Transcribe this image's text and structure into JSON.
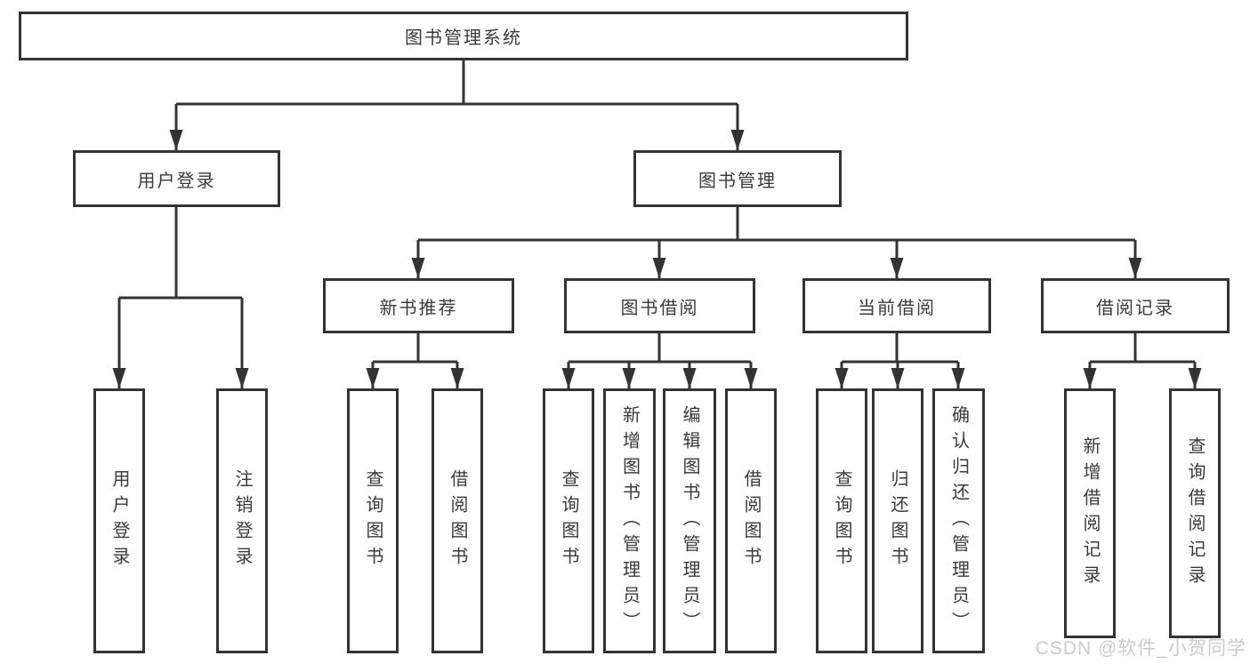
{
  "diagram": {
    "root": {
      "label": "图书管理系统"
    },
    "branches": [
      {
        "label": "用户登录",
        "children": [
          {
            "label": "用户登录"
          },
          {
            "label": "注销登录"
          }
        ]
      },
      {
        "label": "图书管理",
        "children": [
          {
            "label": "新书推荐",
            "children": [
              {
                "label": "查询图书"
              },
              {
                "label": "借阅图书"
              }
            ]
          },
          {
            "label": "图书借阅",
            "children": [
              {
                "label": "查询图书"
              },
              {
                "label": "新增图书（管理员）"
              },
              {
                "label": "编辑图书（管理员）"
              },
              {
                "label": "借阅图书"
              }
            ]
          },
          {
            "label": "当前借阅",
            "children": [
              {
                "label": "查询图书"
              },
              {
                "label": "归还图书"
              },
              {
                "label": "确认归还（管理员）"
              }
            ]
          },
          {
            "label": "借阅记录",
            "children": [
              {
                "label": "新增借阅记录"
              },
              {
                "label": "查询借阅记录"
              }
            ]
          }
        ]
      }
    ]
  },
  "watermark": {
    "text": "CSDN @软件_小贺同学"
  },
  "colors": {
    "line": "#333333",
    "box_border": "#333333",
    "text": "#3a3a3a",
    "background": "#ffffff",
    "watermark": "#c9c9c9"
  }
}
